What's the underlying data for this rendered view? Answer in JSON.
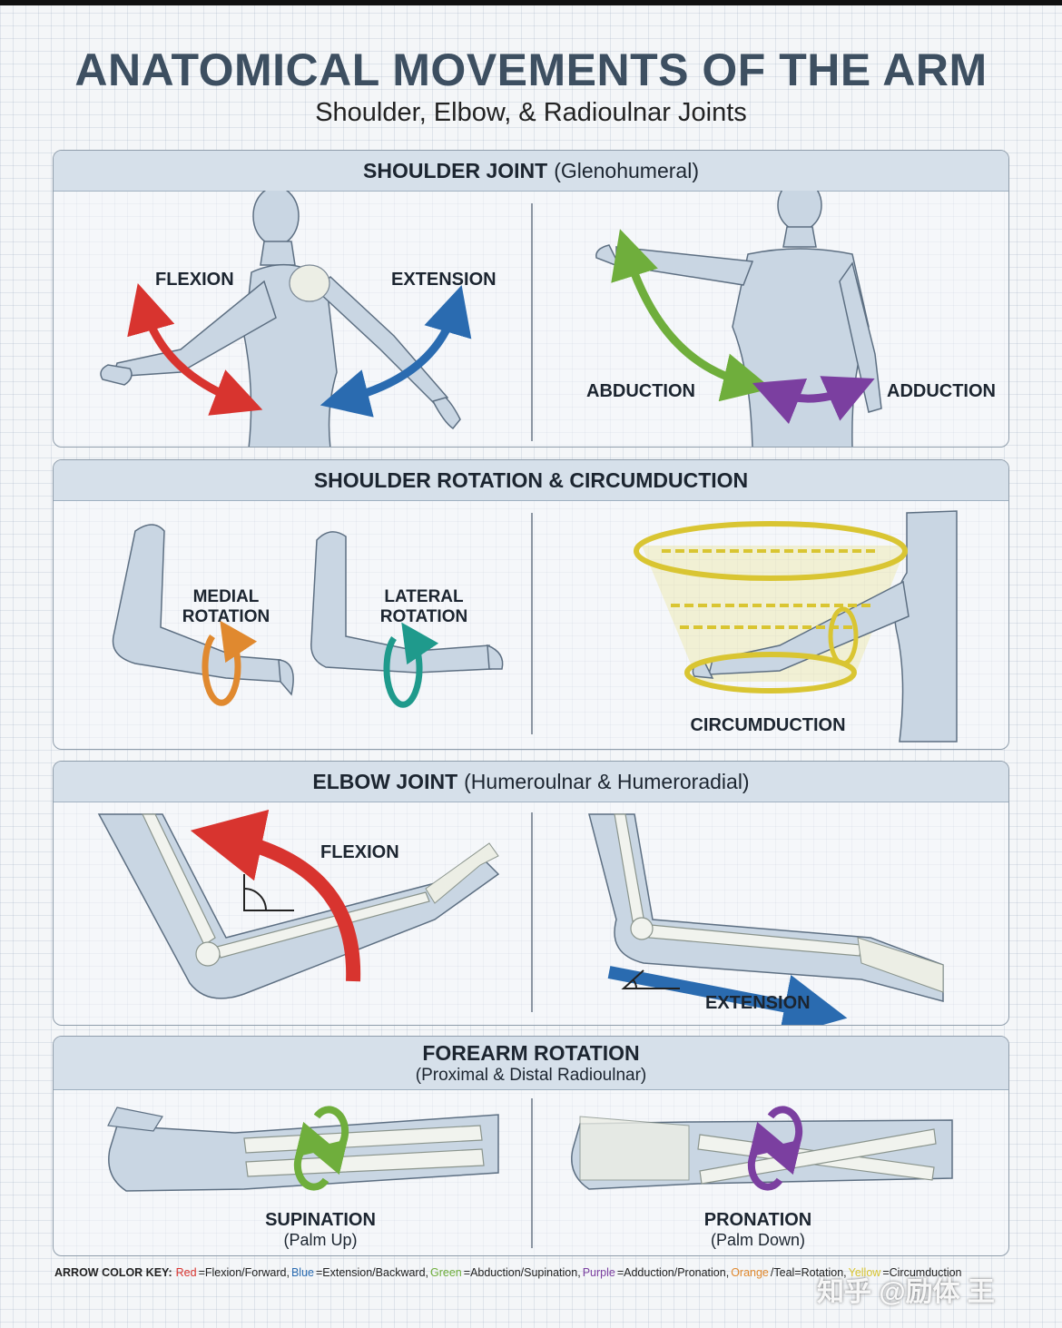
{
  "title": "ANATOMICAL MOVEMENTS OF THE ARM",
  "subtitle": "Shoulder, Elbow, & Radioulnar Joints",
  "panels": {
    "shoulder": {
      "title_bold": "SHOULDER JOINT",
      "title_normal": "(Glenohumeral)",
      "labels": [
        "FLEXION",
        "EXTENSION",
        "ABDUCTION",
        "ADDUCTION"
      ]
    },
    "rotation": {
      "title_bold": "SHOULDER ROTATION & CIRCUMDUCTION",
      "medial": [
        "MEDIAL",
        "ROTATION"
      ],
      "lateral": [
        "LATERAL",
        "ROTATION"
      ],
      "circumduction": "CIRCUMDUCTION"
    },
    "elbow": {
      "title_bold": "ELBOW JOINT",
      "title_normal": "(Humeroulnar & Humeroradial)",
      "flexion": "FLEXION",
      "extension": "EXTENSION"
    },
    "forearm": {
      "title_bold": "FOREARM ROTATION",
      "subtitle": "(Proximal & Distal Radioulnar)",
      "supination": "SUPINATION",
      "supination_note": "(Palm Up)",
      "pronation": "PRONATION",
      "pronation_note": "(Palm Down)"
    }
  },
  "color_key": {
    "title": "ARROW COLOR KEY:",
    "items": [
      {
        "color_word": "Red",
        "text": "=Flexion/Forward,",
        "color": "#d8342f"
      },
      {
        "color_word": "Blue",
        "text": "=Extension/Backward,",
        "color": "#2a6bb0"
      },
      {
        "color_word": "Green",
        "text": "=Abduction/Supination,",
        "color": "#6fae3c"
      },
      {
        "color_word": "Purple",
        "text": "=Adduction/Pronation,",
        "color": "#7b3fa0"
      },
      {
        "color_word": "Orange",
        "text": "/Teal=Rotation,",
        "color": "#e0892f"
      },
      {
        "color_word": "Yellow",
        "text": "=Circumduction",
        "color": "#d9c532"
      }
    ]
  },
  "watermark": "知乎 @励体 王",
  "colors": {
    "red": "#d8342f",
    "blue": "#2a6bb0",
    "green": "#6fae3c",
    "purple": "#7b3fa0",
    "orange": "#e0892f",
    "teal": "#1f9a8c",
    "yellow": "#d9c532",
    "skin": "#c9d6e3",
    "bone": "#f1f3ee"
  }
}
